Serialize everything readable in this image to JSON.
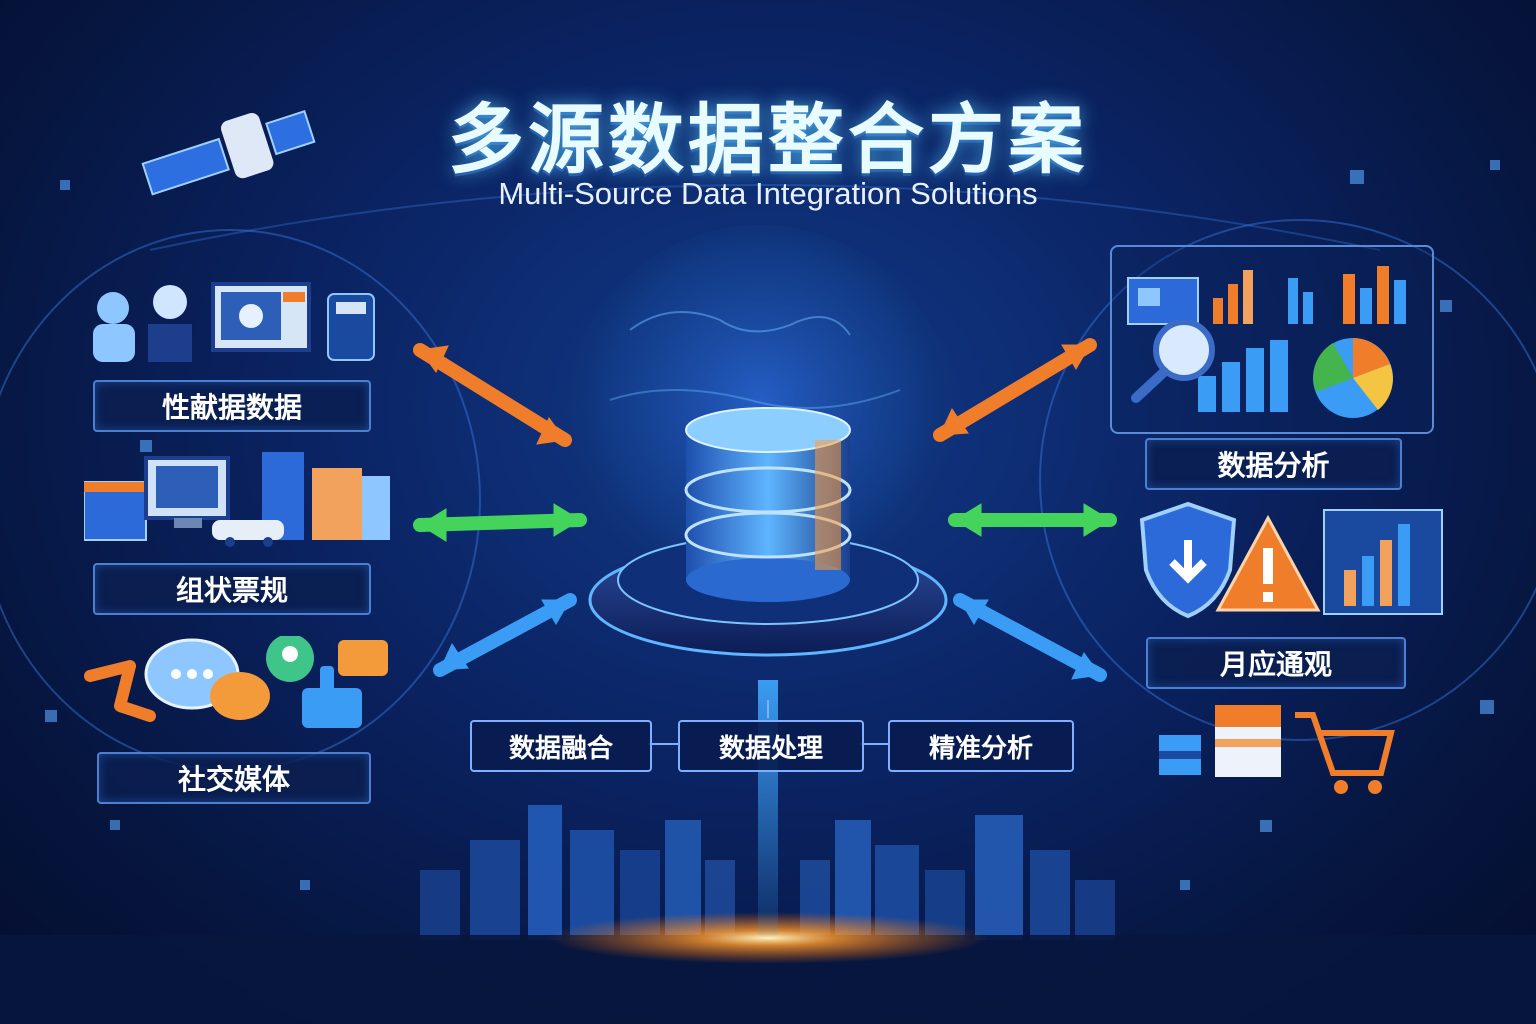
{
  "title": "多源数据整合方案",
  "subtitle": "Multi-Source Data Integration Solutions",
  "sources": [
    {
      "label": "性献据数据",
      "icons": [
        "user-avatar-icon",
        "chatbot-icon",
        "monitor-icon",
        "calculator-icon"
      ]
    },
    {
      "label": "组状票规",
      "icons": [
        "form-window-icon",
        "computer-icon",
        "building-icon",
        "car-icon"
      ]
    },
    {
      "label": "社交媒体",
      "icons": [
        "share-arrow-icon",
        "chat-bubble-icon",
        "user-chat-icon",
        "thumbs-up-icon"
      ]
    }
  ],
  "outputs": [
    {
      "label": "数据分析",
      "icons": [
        "dashboard-icon",
        "magnifier-chart-icon",
        "bar-chart-icon",
        "pie-chart-icon"
      ]
    },
    {
      "label": "月应通观",
      "icons": [
        "shield-icon",
        "warning-icon",
        "cloud-report-icon"
      ]
    },
    {
      "label": "",
      "icons": [
        "store-icon",
        "shopping-cart-icon",
        "box-icon"
      ]
    }
  ],
  "flow": [
    "数据融合",
    "数据处理",
    "精准分析"
  ],
  "center": {
    "icon": "database-icon"
  },
  "colors": {
    "orange": "#f07d2a",
    "green": "#44d45c",
    "blue": "#3a9cf5",
    "accent": "#5bc8ff"
  }
}
